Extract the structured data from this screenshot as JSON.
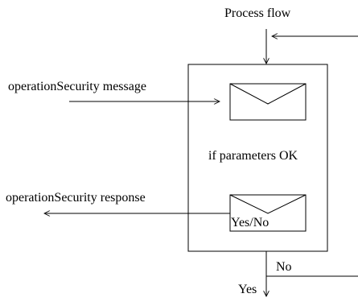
{
  "diagram": {
    "labels": {
      "process_flow": "Process flow",
      "operation_security_message": "operationSecurity message",
      "if_parameters_ok": "if parameters OK",
      "operation_security_response": "operationSecurity response",
      "yes_no": "Yes/No",
      "no": "No",
      "yes": "Yes"
    },
    "colors": {
      "line": "#000000",
      "background": "#ffffff"
    },
    "icons": {
      "incoming_message": "envelope-icon",
      "outgoing_response": "envelope-icon"
    }
  }
}
